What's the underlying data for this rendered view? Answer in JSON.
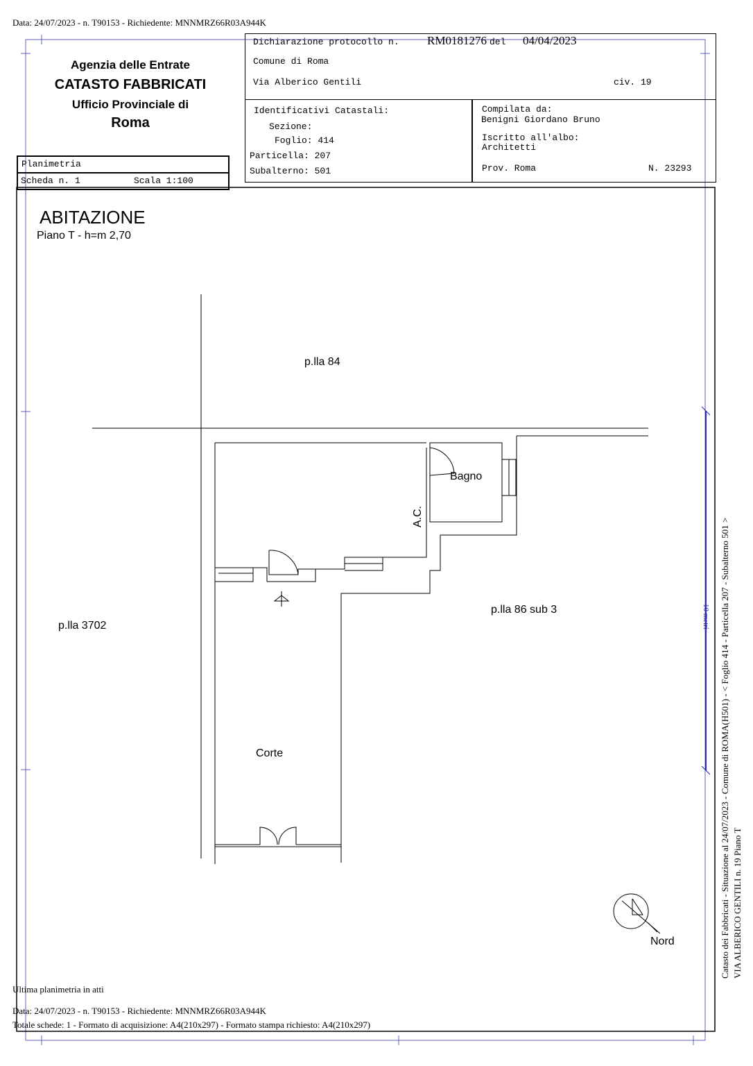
{
  "header_line": "Data: 24/07/2023 - n. T90153 - Richiedente: MNNMRZ66R03A944K",
  "agency": {
    "line1": "Agenzia delle Entrate",
    "line2": "CATASTO FABBRICATI",
    "line3": "Ufficio Provinciale di",
    "line4": "Roma"
  },
  "planimetria": {
    "label": "Planimetria",
    "scheda": "Scheda n. 1",
    "scala": "Scala 1:100"
  },
  "declaration": {
    "protocol_label": "Dichiarazione protocollo n.",
    "protocol": "RM0181276",
    "del_label": "del",
    "date": "04/04/2023",
    "comune": "Comune di Roma",
    "address": "Via Alberico Gentili",
    "civ": "civ. 19"
  },
  "identifiers": {
    "title": "Identificativi Catastali:",
    "sezione": "Sezione:",
    "foglio": "Foglio: 414",
    "particella": "Particella: 207",
    "subalterno": "Subalterno: 501"
  },
  "author": {
    "compilata": "Compilata da:",
    "name": "Benigni Giordano Bruno",
    "iscritto": "Iscritto all'albo:",
    "albo": "Architetti",
    "prov": "Prov. Roma",
    "numero": "N. 23293"
  },
  "plan": {
    "title": "ABITAZIONE",
    "floor": "Piano T - h=m 2,70",
    "labels": {
      "north_plot": "p.lla 84",
      "west_plot": "p.lla 3702",
      "east_plot": "p.lla 86 sub 3",
      "bagno": "Bagno",
      "ac": "A.C.",
      "corte": "Corte",
      "nord": "Nord"
    },
    "scale_bar": "10 metri"
  },
  "side_text": {
    "line1": "Catasto dei Fabbricati - Situazione al 24/07/2023 - Comune di ROMA(H501) - < Foglio 414 - Particella 207 - Subalterno 501 >",
    "line2": "VIA ALBERICO GENTILI n. 19 Piano T"
  },
  "footer": {
    "ultima": "Ultima planimetria in atti",
    "data": "Data: 24/07/2023 - n. T90153 - Richiedente: MNNMRZ66R03A944K",
    "totale": "Totale schede: 1 - Formato di acquisizione: A4(210x297)  - Formato stampa richiesto: A4(210x297)"
  }
}
